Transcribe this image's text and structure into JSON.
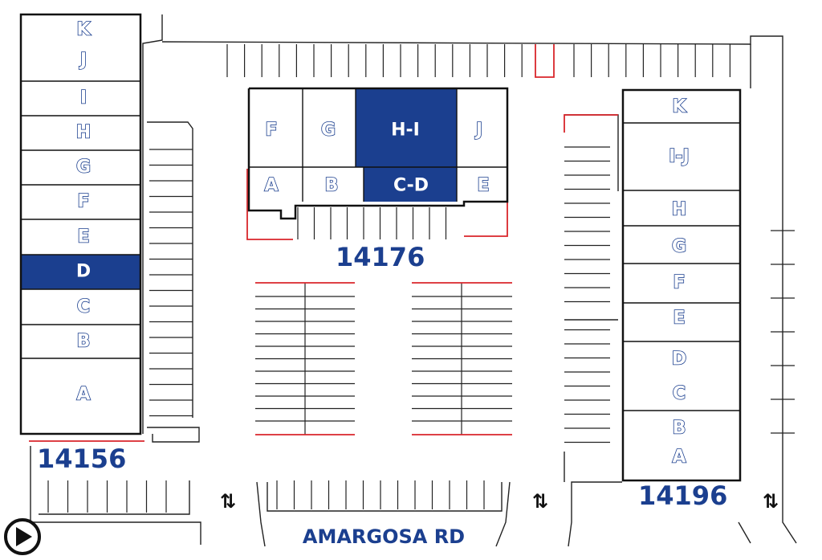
{
  "road": "AMARGOSA RD",
  "colors": {
    "highlight": "#1b3f8f",
    "curb": "#d9262b"
  },
  "buildings": [
    {
      "number": "14156",
      "units": [
        {
          "label": "K",
          "leased": false
        },
        {
          "label": "J",
          "leased": false
        },
        {
          "label": "I",
          "leased": false
        },
        {
          "label": "H",
          "leased": false
        },
        {
          "label": "G",
          "leased": false
        },
        {
          "label": "F",
          "leased": false
        },
        {
          "label": "E",
          "leased": false
        },
        {
          "label": "D",
          "leased": true
        },
        {
          "label": "C",
          "leased": false
        },
        {
          "label": "B",
          "leased": false
        },
        {
          "label": "A",
          "leased": false
        }
      ]
    },
    {
      "number": "14176",
      "units": [
        {
          "label": "F",
          "leased": false
        },
        {
          "label": "G",
          "leased": false
        },
        {
          "label": "H-I",
          "leased": true
        },
        {
          "label": "J",
          "leased": false
        },
        {
          "label": "A",
          "leased": false
        },
        {
          "label": "B",
          "leased": false
        },
        {
          "label": "C-D",
          "leased": true
        },
        {
          "label": "E",
          "leased": false
        }
      ]
    },
    {
      "number": "14196",
      "units": [
        {
          "label": "K",
          "leased": false
        },
        {
          "label": "I-J",
          "leased": false
        },
        {
          "label": "H",
          "leased": false
        },
        {
          "label": "G",
          "leased": false
        },
        {
          "label": "F",
          "leased": false
        },
        {
          "label": "E",
          "leased": false
        },
        {
          "label": "D",
          "leased": false
        },
        {
          "label": "C",
          "leased": false
        },
        {
          "label": "B",
          "leased": false
        },
        {
          "label": "A",
          "leased": false
        }
      ]
    }
  ],
  "entrance_arrows": [
    "⇅",
    "⇅",
    "⇅"
  ],
  "icons": {
    "north_arrow": "play-circle-icon"
  }
}
